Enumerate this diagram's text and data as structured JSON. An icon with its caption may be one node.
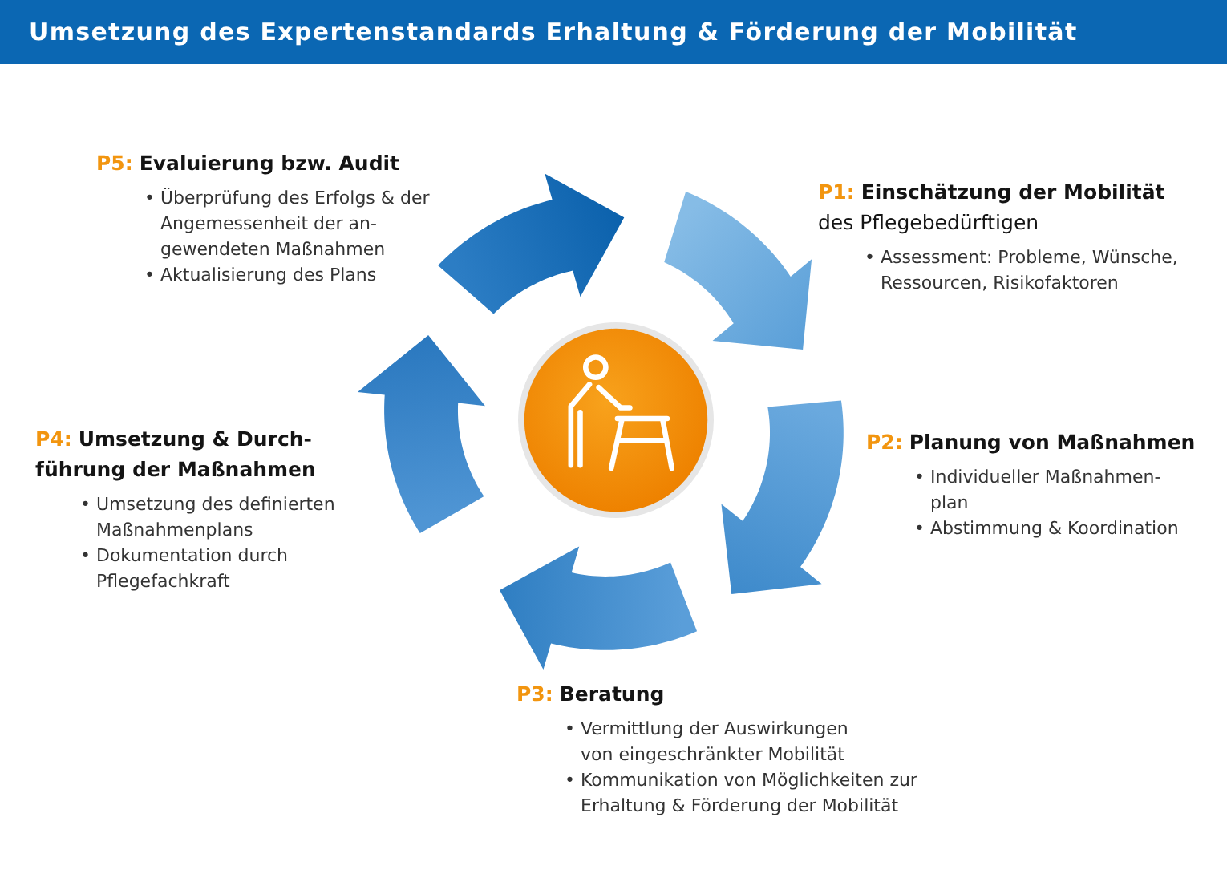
{
  "diagram": {
    "title": "Umsetzung des Expertenstandards Erhaltung & Förderung der Mobilität",
    "nodes": [
      {
        "text": [
          "P5:",
          "Evaluierung bzw. Audit",
          "• Überprüfung des Erfolgs & der Angemessenheit der an- gewendeten Maßnahmen",
          "• Aktualisierung des Plans"
        ]
      },
      {
        "text": [
          "P1:",
          "**Einschätzung der Mobilität** des Pflegebedürftigen",
          "• Assessment: Probleme, Wünsche, Ressourcen, Risikofaktoren"
        ]
      },
      {
        "text": [
          "P4:",
          "Umsetzung & Durch- führung der Maßnahmen",
          "• Umsetzung des definierten Maßnahmenplans",
          "• Dokumentation durch Pflegefachkraft"
        ]
      },
      {
        "text": [
          "P2:",
          "Planung von Maßnahmen",
          "• Individueller Maßnahmen- plan",
          "• Abstimmung & Koordination"
        ]
      },
      {
        "text": [
          "P3:",
          "Beratung",
          "• Vermittlung der Auswirkungen von eingeschränkter Mobilität",
          "• Kommunikation von Möglichkeiten zur Erhaltung & Förderung der Mobilität"
        ]
      }
    ]
  }
}
